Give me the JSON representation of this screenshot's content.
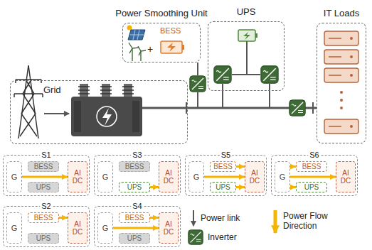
{
  "diagram": {
    "nodes": [
      {
        "text": [
          "Grid"
        ]
      },
      {
        "text": [
          "Power Smoothing Unit",
          "BESS",
          "+"
        ]
      },
      {
        "text": [
          "UPS"
        ]
      },
      {
        "text": [
          "IT Loads"
        ]
      },
      {
        "text": [
          "S1"
        ]
      },
      {
        "text": [
          "G"
        ],
        "in": 4
      },
      {
        "text": [
          "BESS"
        ],
        "in": 4
      },
      {
        "text": [
          "UPS"
        ],
        "in": 4
      },
      {
        "text": [
          "AI DC"
        ],
        "in": 4
      },
      {
        "text": [
          "S3"
        ]
      },
      {
        "text": [
          "G"
        ],
        "in": 9
      },
      {
        "text": [
          "BESS"
        ],
        "in": 9
      },
      {
        "text": [
          "UPS"
        ],
        "in": 9
      },
      {
        "text": [
          "AI DC"
        ],
        "in": 9
      },
      {
        "text": [
          "S5"
        ]
      },
      {
        "text": [
          "G"
        ],
        "in": 14
      },
      {
        "text": [
          "BESS"
        ],
        "in": 14
      },
      {
        "text": [
          "UPS"
        ],
        "in": 14
      },
      {
        "text": [
          "AI DC"
        ],
        "in": 14
      },
      {
        "text": [
          "S6"
        ]
      },
      {
        "text": [
          "G"
        ],
        "in": 19
      },
      {
        "text": [
          "BESS"
        ],
        "in": 19
      },
      {
        "text": [
          "UPS"
        ],
        "in": 19
      },
      {
        "text": [
          "AI DC"
        ],
        "in": 19
      },
      {
        "text": [
          "S2"
        ]
      },
      {
        "text": [
          "G"
        ],
        "in": 24
      },
      {
        "text": [
          "BESS"
        ],
        "in": 24
      },
      {
        "text": [
          "UPS"
        ],
        "in": 24
      },
      {
        "text": [
          "AI DC"
        ],
        "in": 24
      },
      {
        "text": [
          "S4"
        ]
      },
      {
        "text": [
          "G"
        ],
        "in": 29
      },
      {
        "text": [
          "BESS"
        ],
        "in": 29
      },
      {
        "text": [
          "UPS"
        ],
        "in": 29
      },
      {
        "text": [
          "AI DC"
        ],
        "in": 29
      }
    ],
    "edges": [
      {
        "from": 5,
        "to": 8,
        "arrow": "to"
      },
      {
        "from": 12,
        "to": 13,
        "arrow": "to"
      },
      {
        "from": 15,
        "to": 18,
        "arrow": "to"
      },
      {
        "from": 16,
        "to": 18,
        "arrow": "to"
      },
      {
        "from": 17,
        "to": 18,
        "arrow": "to"
      },
      {
        "from": 20,
        "to": 21,
        "arrow": "to"
      },
      {
        "from": 20,
        "to": 22,
        "arrow": "to"
      },
      {
        "from": 20,
        "to": 23,
        "arrow": "to"
      },
      {
        "from": 26,
        "to": 28,
        "arrow": "to"
      },
      {
        "from": 30,
        "to": 33,
        "arrow": "to"
      },
      {
        "from": 31,
        "to": 33,
        "arrow": "to"
      }
    ],
    "legend": [
      {
        "text": "Power link"
      },
      {
        "text": "Power Flow Direction"
      },
      {
        "text": "Inverter"
      }
    ]
  }
}
